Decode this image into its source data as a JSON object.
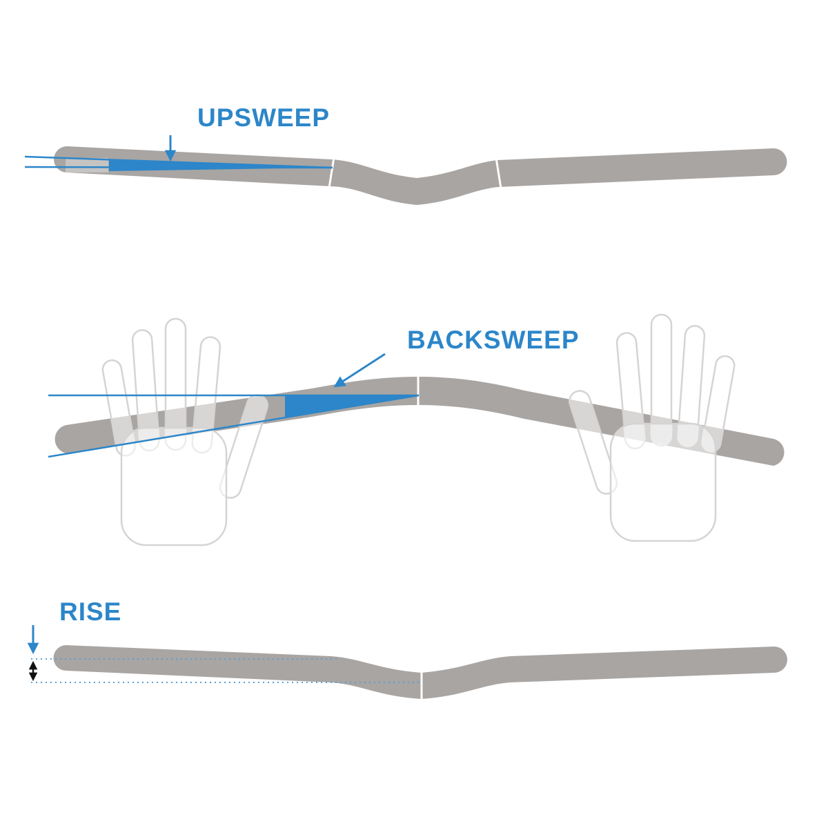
{
  "labels": {
    "upsweep": "UPSWEEP",
    "backsweep": "BACKSWEEP",
    "rise": "RISE"
  },
  "colors": {
    "accent_blue": "#2C86C9",
    "bar_gray": "#A8A5A3",
    "hand_outline_gray": "#D6D4D3",
    "rise_measure_black": "#111111",
    "background": "#FFFFFF"
  },
  "icons": {
    "upsweep_pointer": "down-arrow-icon",
    "backsweep_pointer": "diagonal-arrow-icon",
    "rise_pointer": "down-arrow-icon",
    "rise_measure": "double-headed-arrow-icon"
  }
}
